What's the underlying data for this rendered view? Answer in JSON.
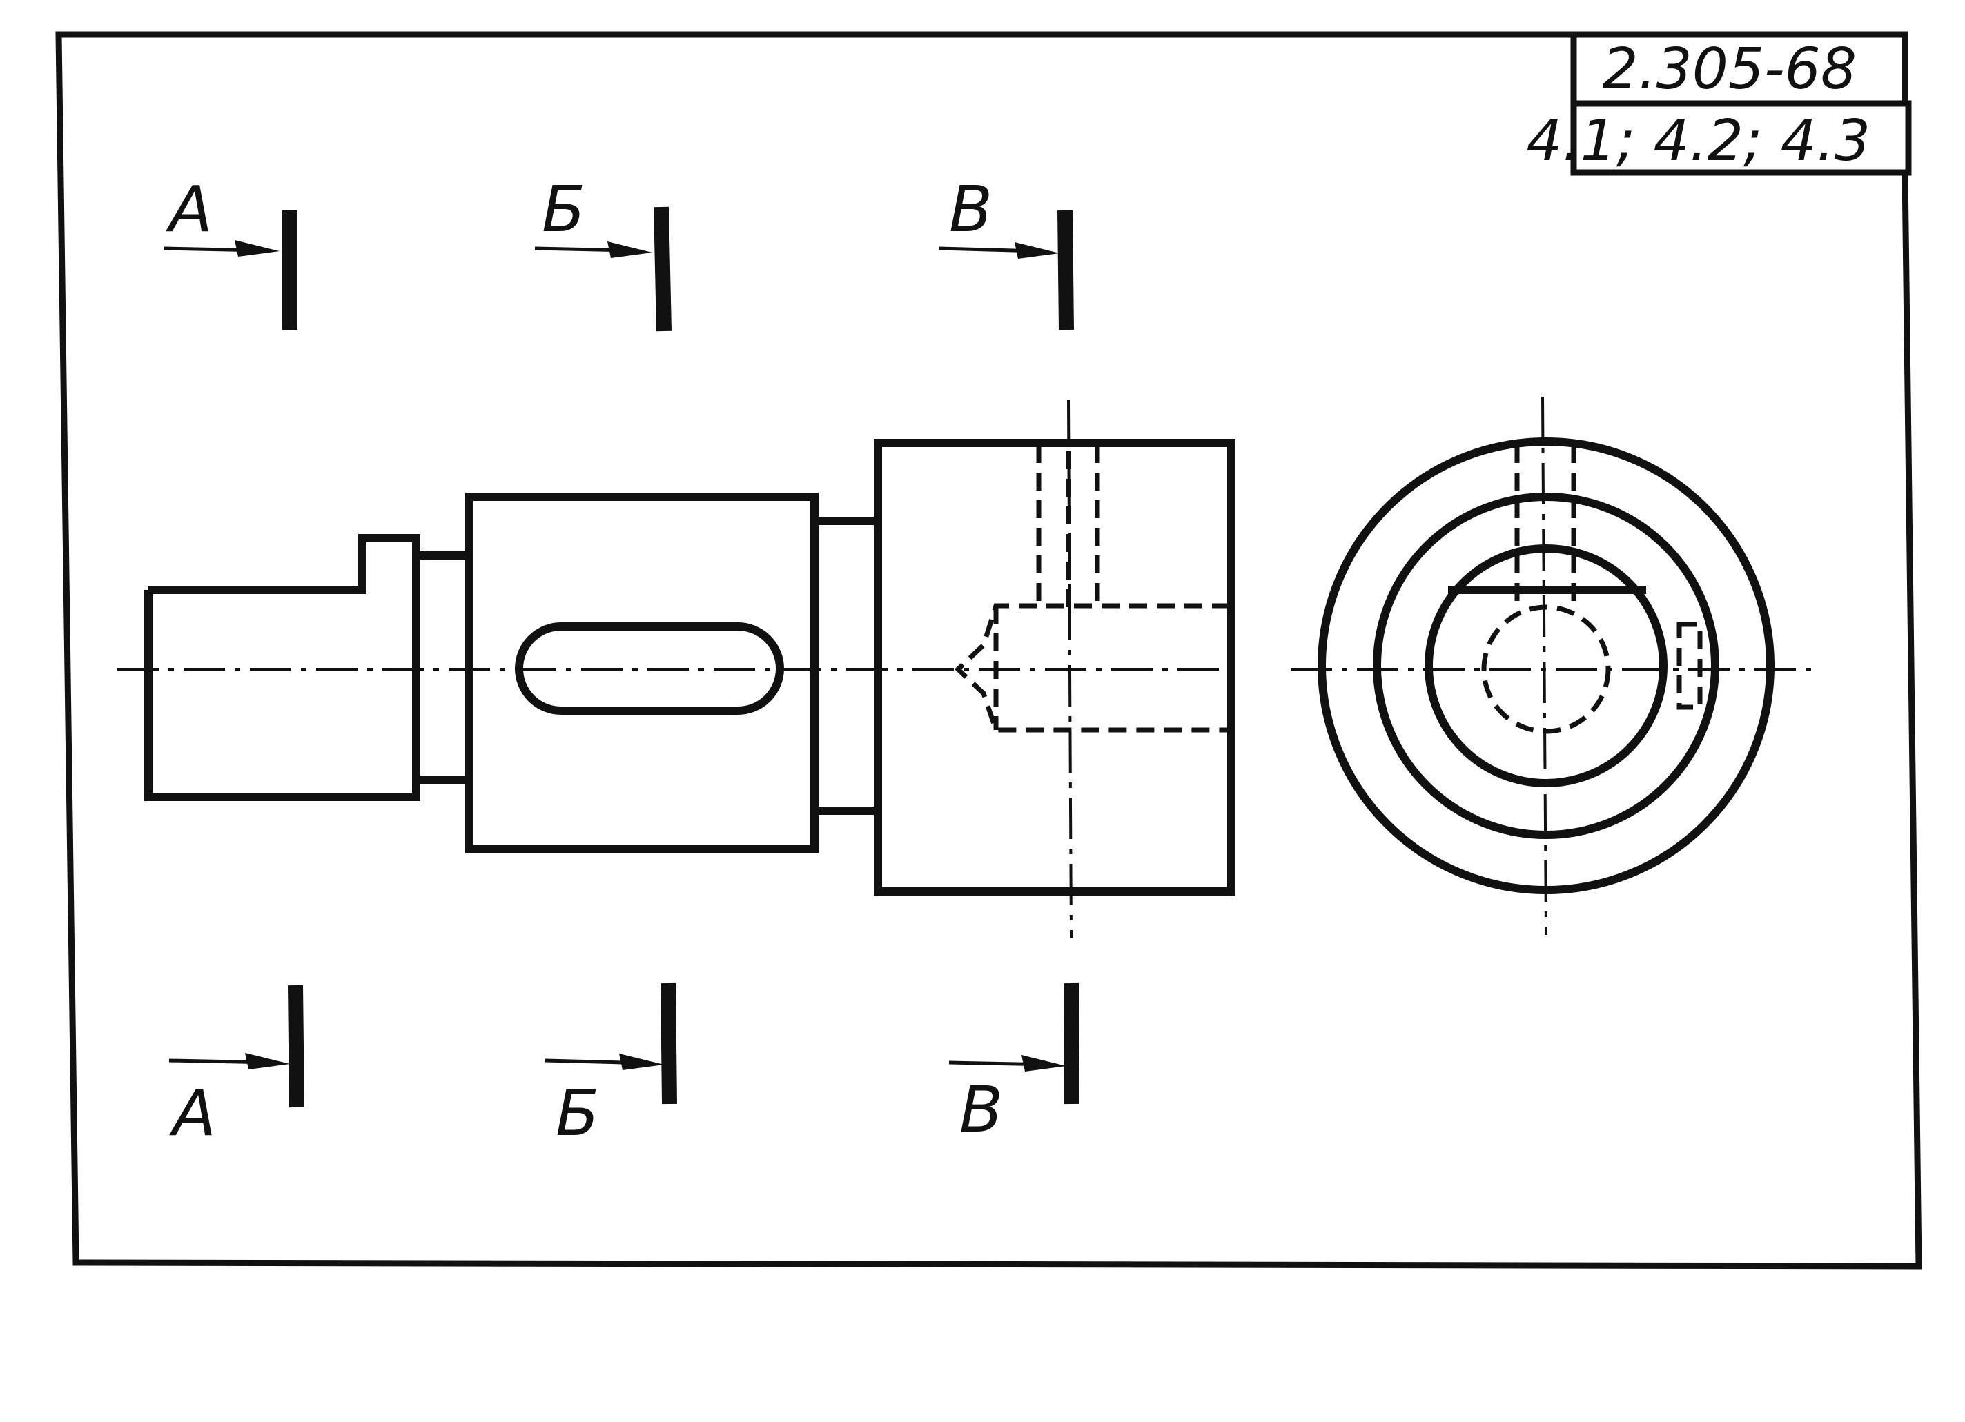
{
  "stamp": {
    "standard": "2.305-68",
    "clauses": "4.1; 4.2; 4.3"
  },
  "section_labels": {
    "a_top": "А",
    "b_top": "Б",
    "v_top": "В",
    "a_bottom": "А",
    "b_bottom": "Б",
    "v_bottom": "В"
  }
}
